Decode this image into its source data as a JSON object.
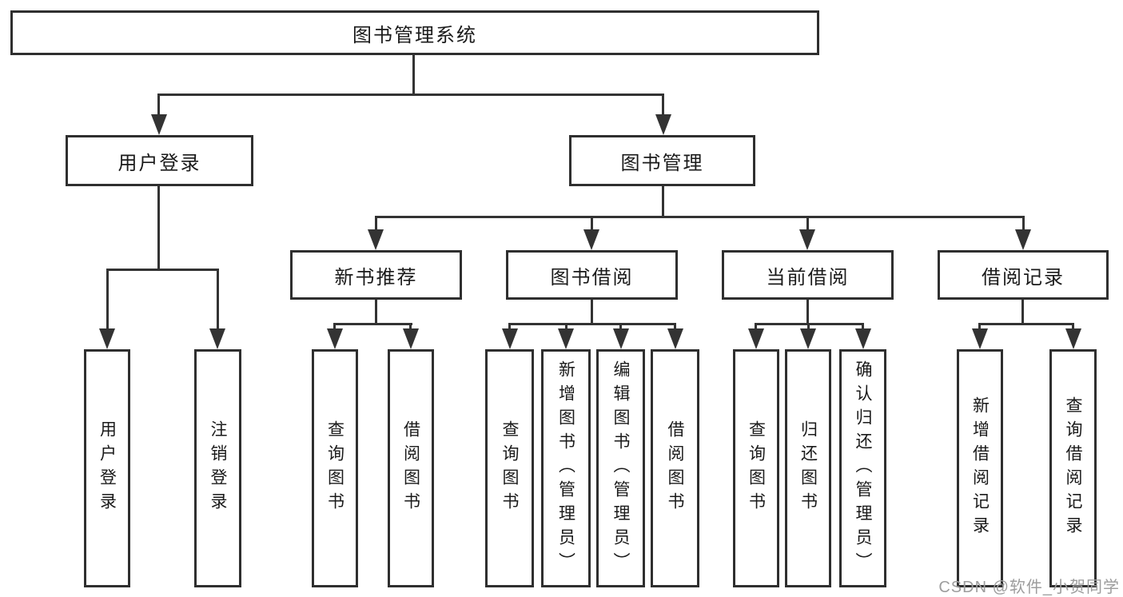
{
  "title": "图书管理系统",
  "level2": {
    "user_login": {
      "label": "用户登录",
      "children": [
        "用户登录",
        "注销登录"
      ]
    },
    "book_mgmt": {
      "label": "图书管理"
    }
  },
  "level3": {
    "new_book": {
      "label": "新书推荐",
      "children": [
        "查询图书",
        "借阅图书"
      ]
    },
    "book_borrow": {
      "label": "图书借阅",
      "children": [
        "查询图书",
        "新增图书（管理员）",
        "编辑图书（管理员）",
        "借阅图书"
      ]
    },
    "current_borrow": {
      "label": "当前借阅",
      "children": [
        "查询图书",
        "归还图书",
        "确认归还（管理员）"
      ]
    },
    "borrow_record": {
      "label": "借阅记录",
      "children": [
        "新增借阅记录",
        "查询借阅记录"
      ]
    }
  },
  "watermark": {
    "text": "CSDN @软件_小贺同学"
  },
  "colors": {
    "line": "#333333",
    "border": "#2f2f2f",
    "background": "#ffffff",
    "text": "#1a1a1a",
    "watermark": "#9d9d9d"
  }
}
